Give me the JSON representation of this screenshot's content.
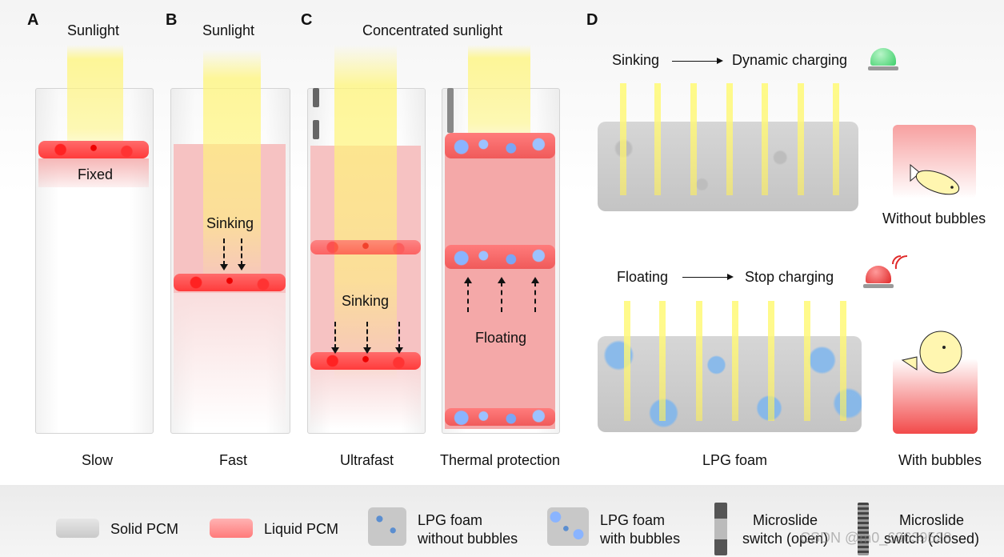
{
  "panels": {
    "a": {
      "letter": "A",
      "top_label": "Sunlight",
      "mid_label": "Fixed",
      "bottom_label": "Slow"
    },
    "b": {
      "letter": "B",
      "top_label": "Sunlight",
      "mid_label": "Sinking",
      "bottom_label": "Fast"
    },
    "c": {
      "letter": "C",
      "top_label": "Concentrated sunlight",
      "mid_label_sinking": "Sinking",
      "mid_label_floating": "Floating",
      "bottom_label_left": "Ultrafast",
      "bottom_label_right": "Thermal protection"
    },
    "d": {
      "letter": "D",
      "row1": {
        "from": "Sinking",
        "to": "Dynamic charging",
        "caption": "Without bubbles",
        "lamp_color": "#3ecf6a"
      },
      "row2": {
        "from": "Floating",
        "to": "Stop charging",
        "caption": "With bubbles",
        "lamp_color": "#e02a2a"
      },
      "foam_label": "LPG foam"
    }
  },
  "legend": [
    {
      "icon": "solid-pcm-icon",
      "label": "Solid PCM"
    },
    {
      "icon": "liquid-pcm-icon",
      "label": "Liquid PCM"
    },
    {
      "icon": "lpg-foam-no-bubbles-icon",
      "label": "LPG foam\nwithout bubbles"
    },
    {
      "icon": "lpg-foam-bubbles-icon",
      "label": "LPG foam\nwith bubbles"
    },
    {
      "icon": "microslide-open-icon",
      "label": "Microslide\nswitch (open)"
    },
    {
      "icon": "microslide-closed-icon",
      "label": "Microslide\nswitch (closed)"
    }
  ],
  "watermark": "CSDN @m0_63639528",
  "colors": {
    "liquid": "#f4a4a4",
    "foam": "#ff4040",
    "bubble": "#8ab4ff",
    "beam": "#fff27a",
    "lpg": "#c8c8c8"
  }
}
